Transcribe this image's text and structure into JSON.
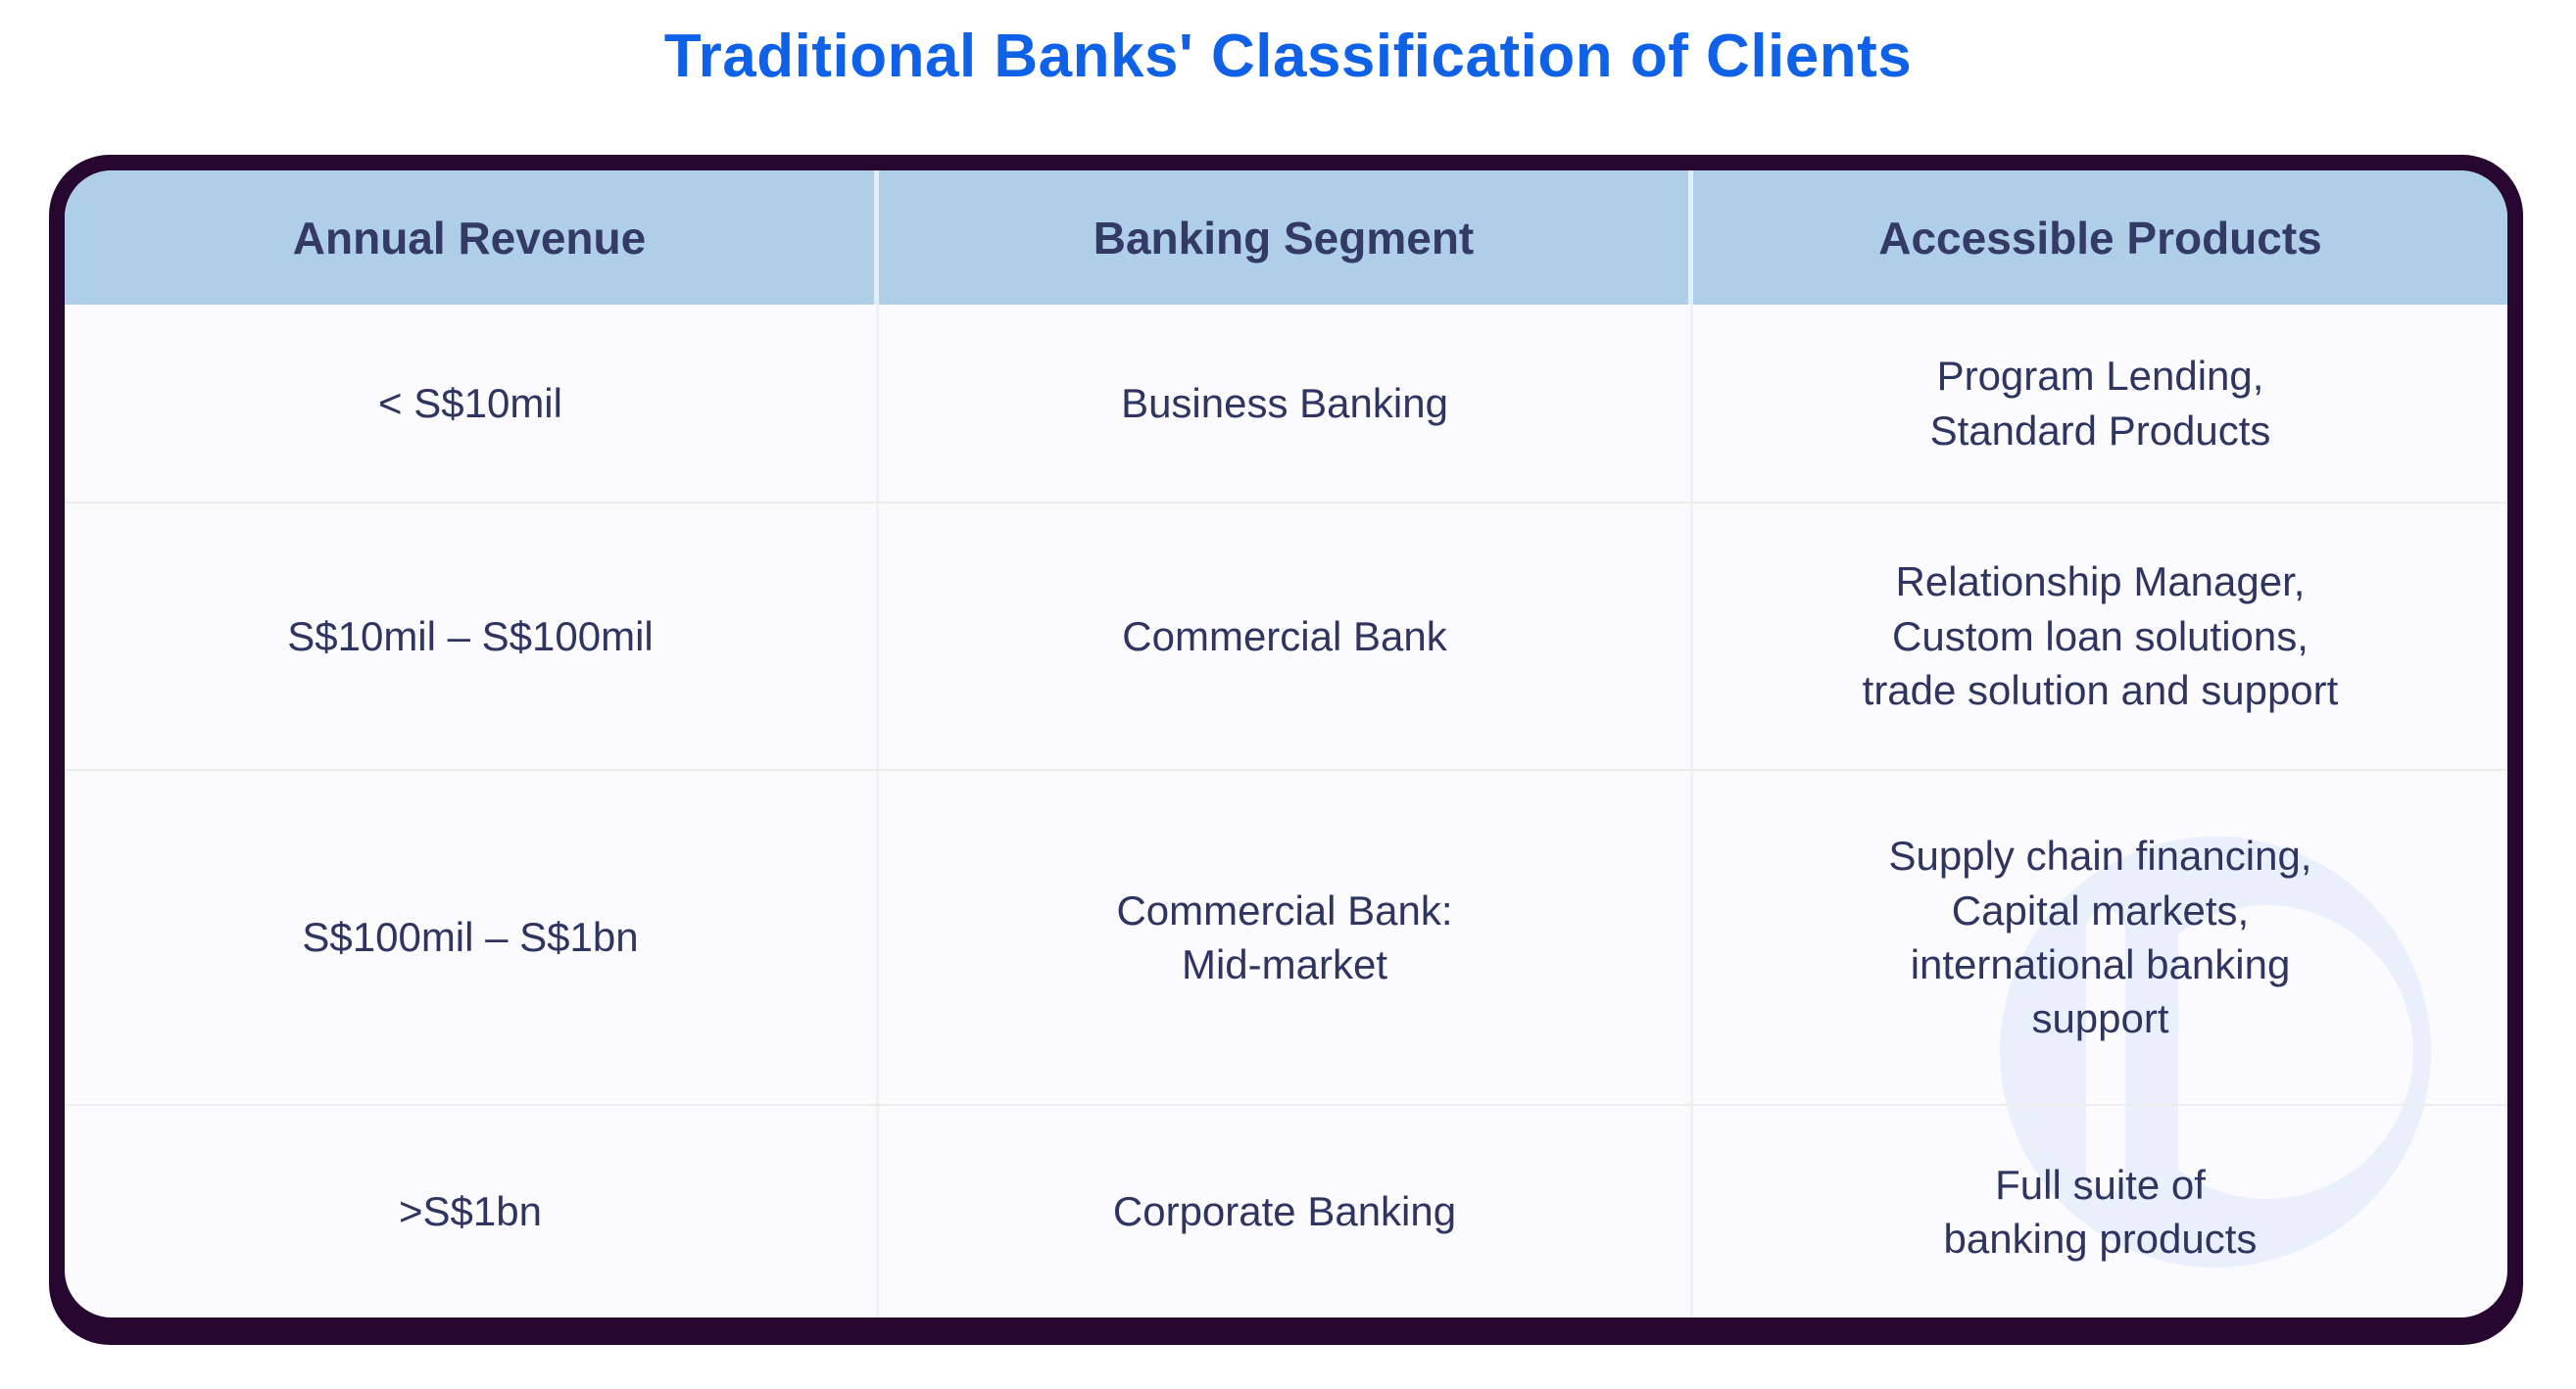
{
  "title": "Traditional Banks' Classification of Clients",
  "colors": {
    "title_blue": "#0F62E8",
    "header_bg": "#AFCFE9",
    "header_text": "#333A66",
    "body_text": "#2E3560",
    "card_border": "#27062F",
    "card_bg": "#FBFBFD",
    "watermark_blue": "#E9F0FB"
  },
  "icons": {
    "watermark": "circular-brand-logo-watermark"
  },
  "chart_data": {
    "type": "table",
    "title": "Traditional Banks' Classification of Clients",
    "columns": [
      "Annual Revenue",
      "Banking Segment",
      "Accessible Products"
    ],
    "rows": [
      [
        "< S$10mil",
        "Business Banking",
        "Program Lending,\nStandard Products"
      ],
      [
        "S$10mil – S$100mil",
        "Commercial Bank",
        "Relationship Manager,\nCustom loan solutions,\ntrade solution and support"
      ],
      [
        "S$100mil – S$1bn",
        "Commercial Bank:\nMid-market",
        "Supply chain financing,\nCapital markets,\ninternational banking\nsupport"
      ],
      [
        ">S$1bn",
        "Corporate Banking",
        "Full suite of\nbanking products"
      ]
    ]
  }
}
